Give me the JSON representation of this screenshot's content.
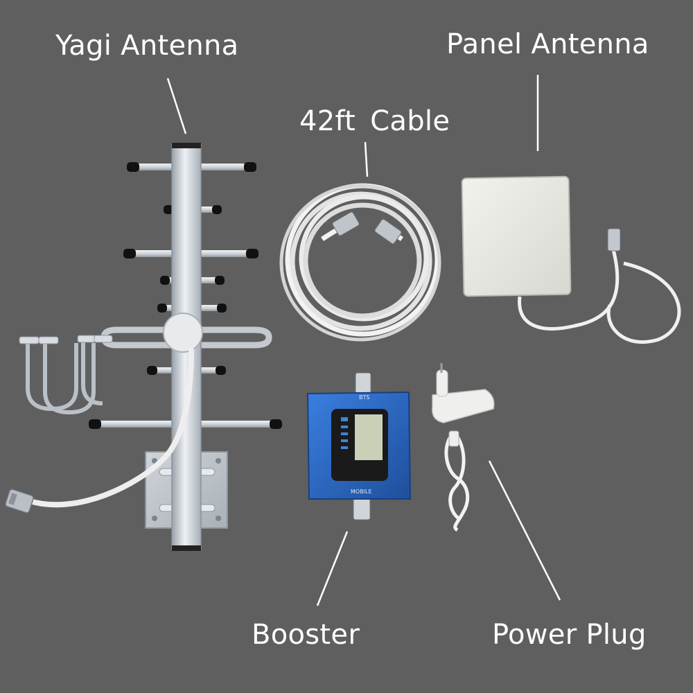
{
  "labels": {
    "yagi": "Yagi Antenna",
    "panel": "Panel Antenna",
    "cable": "42ft  Cable",
    "booster": "Booster",
    "power_plug": "Power Plug"
  },
  "booster_text": {
    "top_port": "BTS",
    "bottom_port": "MOBILE"
  },
  "colors": {
    "background": "#5f5f5f",
    "label_text": "#ffffff",
    "booster_blue": "#2f6cc4",
    "white_item": "#ececea",
    "aluminum": "#c9cfd6"
  }
}
